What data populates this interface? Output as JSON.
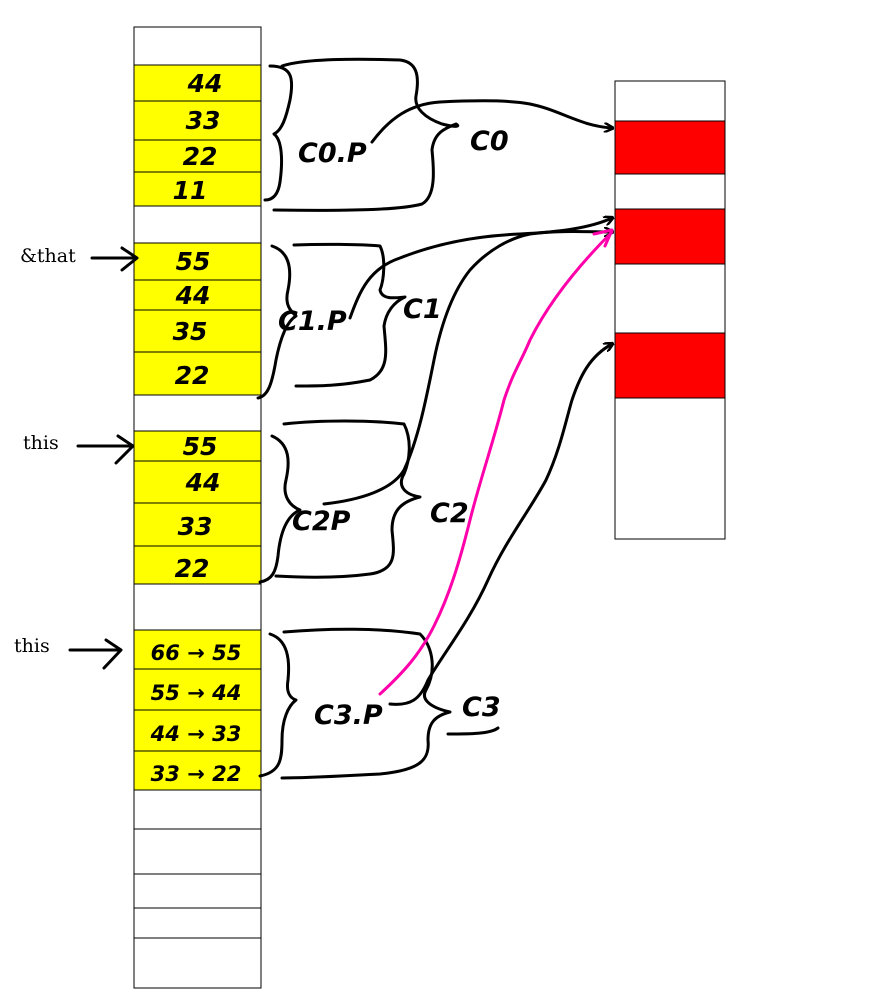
{
  "pointers": [
    {
      "label": "&that"
    },
    {
      "label": "this"
    },
    {
      "label": "this"
    }
  ],
  "objects": [
    {
      "name": "c0",
      "label": "C0",
      "p_label": "C0.P",
      "values": [
        "44",
        "33",
        "22",
        "11"
      ]
    },
    {
      "name": "c1",
      "label": "C1",
      "p_label": "C1.P",
      "values": [
        "55",
        "44",
        "35",
        "22"
      ]
    },
    {
      "name": "c2",
      "label": "C2",
      "p_label": "C2P",
      "values": [
        "55",
        "44",
        "33",
        "22"
      ]
    },
    {
      "name": "c3",
      "label": "C3",
      "p_label": "C3.P",
      "values": [
        "66 → 55",
        "55 → 44",
        "44 → 33",
        "33 → 22"
      ]
    }
  ],
  "colors": {
    "highlight": "#ffff00",
    "heap_block": "#ff0000",
    "ink": "#000000",
    "pink_arrow": "#ff00aa"
  }
}
